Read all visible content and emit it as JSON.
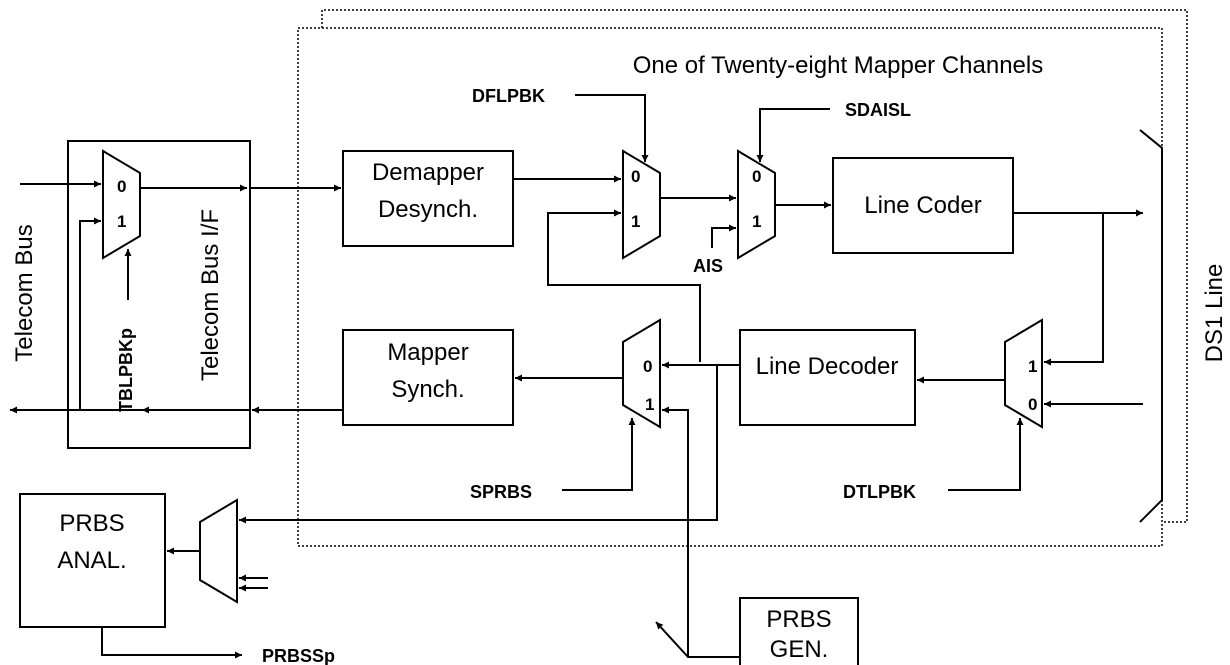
{
  "channel_title": "One of Twenty-eight Mapper Channels",
  "blocks": {
    "demapper_line1": "Demapper",
    "demapper_line2": "Desynch.",
    "mapper_line1": "Mapper",
    "mapper_line2": "Synch.",
    "line_coder": "Line Coder",
    "line_decoder": "Line Decoder",
    "prbs_anal_line1": "PRBS",
    "prbs_anal_line2": "ANAL.",
    "prbs_gen_line1": "PRBS",
    "prbs_gen_line2": "GEN.",
    "telecom_bus_if": "Telecom Bus I/F"
  },
  "side_labels": {
    "telecom_bus": "Telecom Bus",
    "ds1_line": "DS1 Line"
  },
  "signals": {
    "dflpbk": "DFLPBK",
    "sdaisl": "SDAISL",
    "ais": "AIS",
    "tblpbkp": "TBLPBKp",
    "sprbs": "SPRBS",
    "dtlpbk": "DTLPBK",
    "prbssp": "PRBSSp"
  },
  "mux_inputs": {
    "zero": "0",
    "one": "1"
  }
}
